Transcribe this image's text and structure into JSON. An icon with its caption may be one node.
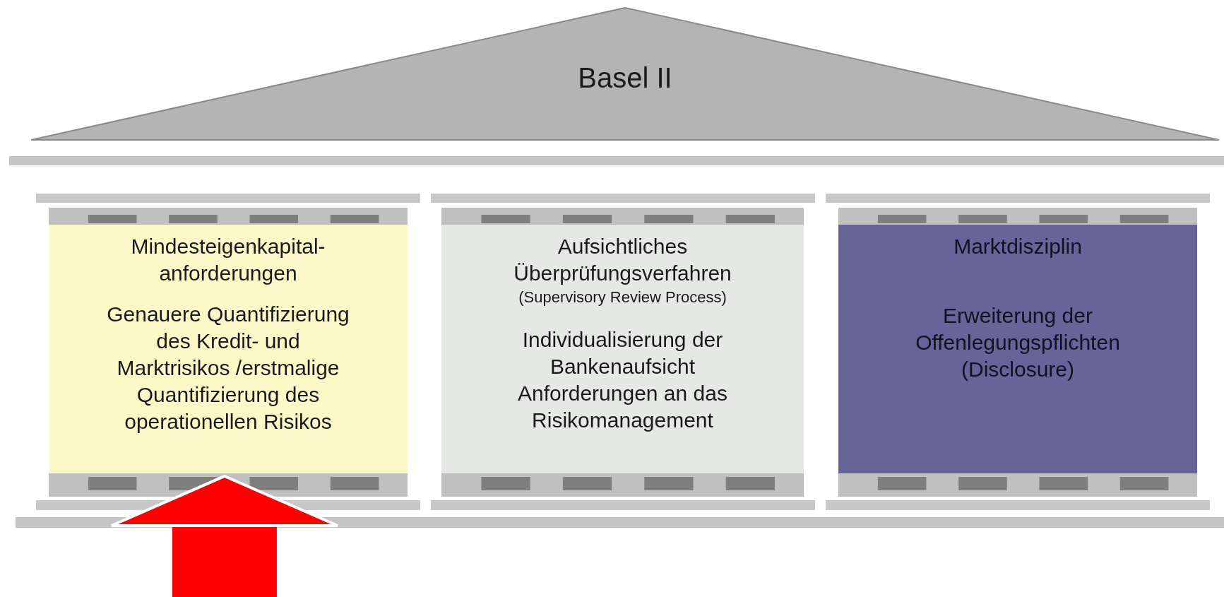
{
  "diagram": {
    "nodes": [
      {
        "text": [
          "Basel II"
        ]
      },
      {
        "text": [
          "Mindesteigenkapital- anforderungen",
          "Genauere Quantifizierung des Kredit- und Marktrisikos /erstmalige Quantifizierung des operationellen Risikos"
        ]
      },
      {
        "text": [
          "Aufsichtliches Überprüfungsverfahren",
          "(Supervisory Review Process)",
          "Individualisierung der Bankenaufsicht Anforderungen an das Risikomanagement"
        ]
      },
      {
        "text": [
          "Marktdisziplin",
          "Erweiterung der Offenlegungspflichten (Disclosure)"
        ]
      }
    ],
    "edges": [
      {
        "from": null,
        "to": 1,
        "arrow": "to",
        "color": "#ff0000"
      }
    ]
  }
}
